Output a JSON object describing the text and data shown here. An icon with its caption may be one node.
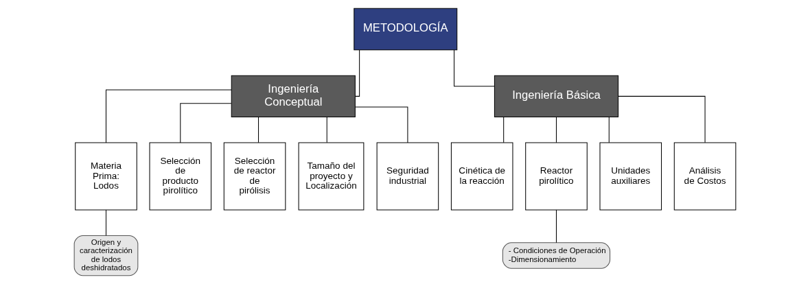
{
  "diagram": {
    "nodes": [
      {
        "text": [
          "METODOLOGÍA"
        ]
      },
      {
        "text": [
          "Ingeniería Conceptual"
        ]
      },
      {
        "text": [
          "Ingeniería Básica"
        ]
      },
      {
        "text": [
          "Materia Prima: Lodos"
        ]
      },
      {
        "text": [
          "Selección de producto pirolítico"
        ]
      },
      {
        "text": [
          "Selección de reactor de pirólisis"
        ]
      },
      {
        "text": [
          "Tamaño del proyecto y Localización"
        ]
      },
      {
        "text": [
          "Seguridad industrial"
        ]
      },
      {
        "text": [
          "Cinética de la reacción"
        ]
      },
      {
        "text": [
          "Reactor pirolítico"
        ]
      },
      {
        "text": [
          "Unidades auxiliares"
        ]
      },
      {
        "text": [
          "Análisis de Costos"
        ]
      },
      {
        "text": [
          "Origen y caracterización de lodos deshidratados"
        ]
      },
      {
        "text": [
          "- Condiciones de Operación",
          "-Dimensionamiento"
        ]
      }
    ],
    "edges": [
      {
        "from": 0,
        "to": 1,
        "arrow": "none"
      },
      {
        "from": 0,
        "to": 2,
        "arrow": "none"
      },
      {
        "from": 1,
        "to": 3,
        "arrow": "none"
      },
      {
        "from": 1,
        "to": 4,
        "arrow": "none"
      },
      {
        "from": 1,
        "to": 5,
        "arrow": "none"
      },
      {
        "from": 1,
        "to": 6,
        "arrow": "none"
      },
      {
        "from": 1,
        "to": 7,
        "arrow": "none"
      },
      {
        "from": 2,
        "to": 8,
        "arrow": "none"
      },
      {
        "from": 2,
        "to": 9,
        "arrow": "none"
      },
      {
        "from": 2,
        "to": 10,
        "arrow": "none"
      },
      {
        "from": 2,
        "to": 11,
        "arrow": "none"
      },
      {
        "from": 3,
        "to": 12,
        "arrow": "none"
      },
      {
        "from": 9,
        "to": 13,
        "arrow": "none"
      }
    ]
  }
}
